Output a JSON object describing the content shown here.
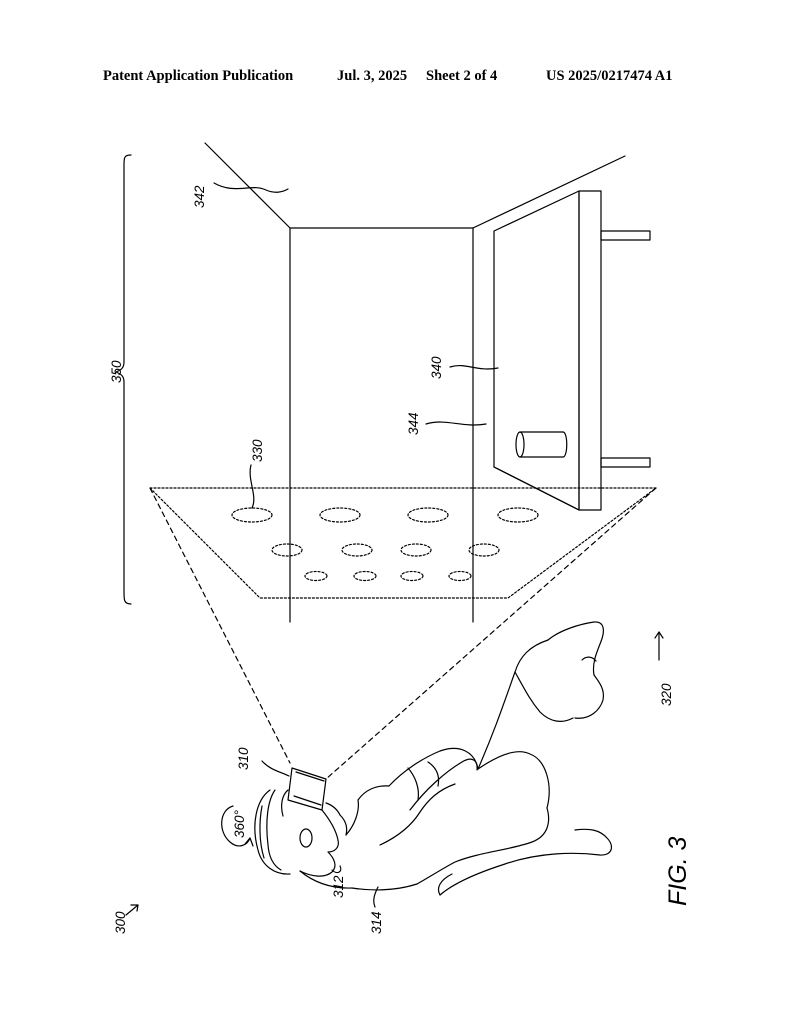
{
  "header": {
    "publication": "Patent Application Publication",
    "date": "Jul. 3, 2025",
    "sheet": "Sheet 2 of 4",
    "number": "US 2025/0217474 A1"
  },
  "figure": {
    "label": "FIG. 3",
    "refs": {
      "r300": "300",
      "r310": "310",
      "r312": "312",
      "r314": "314",
      "r320": "320",
      "r330": "330",
      "r340": "340",
      "r342": "342",
      "r344": "344",
      "r350": "350",
      "rotation": "360°"
    }
  }
}
